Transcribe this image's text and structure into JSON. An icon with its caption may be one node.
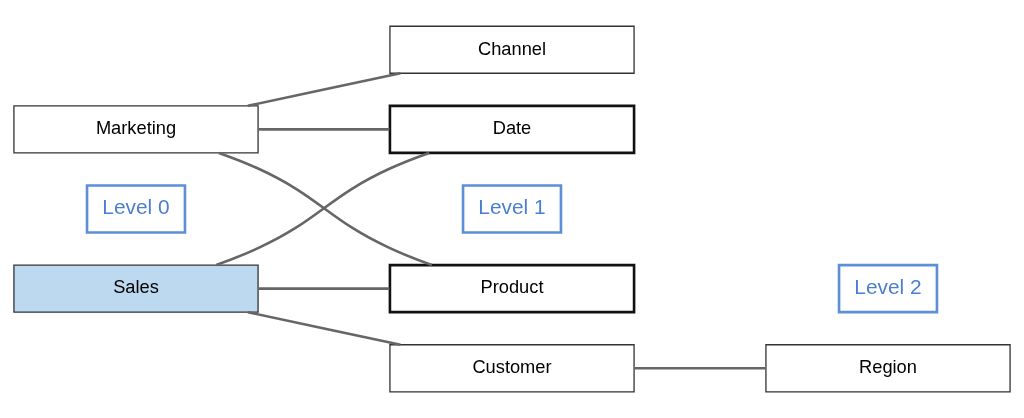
{
  "diagram": {
    "nodes": [
      {
        "text": [
          "Marketing"
        ]
      },
      {
        "text": [
          "Level 0"
        ]
      },
      {
        "text": [
          "Sales"
        ]
      },
      {
        "text": [
          "Channel"
        ]
      },
      {
        "text": [
          "Date"
        ]
      },
      {
        "text": [
          "Level 1"
        ]
      },
      {
        "text": [
          "Product"
        ]
      },
      {
        "text": [
          "Customer"
        ]
      },
      {
        "text": [
          "Level 2"
        ]
      },
      {
        "text": [
          "Region"
        ]
      }
    ],
    "edges": [
      {
        "from": 0,
        "to": 3,
        "arrow": "none"
      },
      {
        "from": 0,
        "to": 4,
        "arrow": "none"
      },
      {
        "from": 0,
        "to": 6,
        "arrow": "none"
      },
      {
        "from": 2,
        "to": 4,
        "arrow": "none"
      },
      {
        "from": 2,
        "to": 6,
        "arrow": "none"
      },
      {
        "from": 2,
        "to": 7,
        "arrow": "none"
      },
      {
        "from": 7,
        "to": 9,
        "arrow": "none"
      }
    ]
  }
}
